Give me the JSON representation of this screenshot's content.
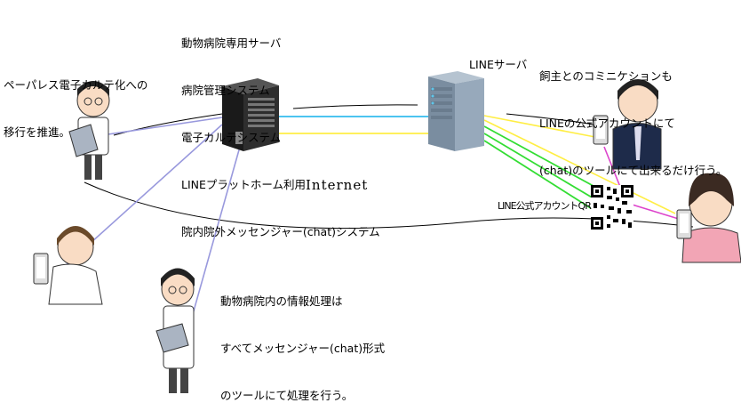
{
  "left_note": [
    "ペーパレス電子カルテ化への",
    "移行を推進。"
  ],
  "server_description": [
    "動物病院専用サーバ",
    "病院管理システム",
    "電子カルテシステム",
    "LINEプラットホーム利用",
    "院内院外メッセンジャー(chat)システム"
  ],
  "line_server_label": "LINEサーバ",
  "owner_note": [
    "飼主とのコミニケションも",
    "LINEの公式アカウントにて",
    "(chat)のツールにて出来るだけ行う。"
  ],
  "internet_label": "Internet",
  "qr_label": "LINE公式アカウントQR",
  "inside_note": [
    "動物病院内の情報処理は",
    "すべてメッセンジャー(chat)形式",
    "のツールにて処理を行う。"
  ],
  "colors": {
    "internal_link": "#9999dd",
    "cyan_link": "#33bbee",
    "yellow_link": "#ffee44",
    "green_link": "#33dd33",
    "magenta_link": "#dd44cc",
    "hospital_server": "#2b2b2b",
    "line_server": "#8fa4b8"
  },
  "icons": [
    "doctor-with-tablet",
    "nurse-with-phone",
    "doctor-with-tablet",
    "hospital-server",
    "line-server",
    "owner-man-with-phone",
    "owner-woman-with-phone",
    "qr-code"
  ]
}
